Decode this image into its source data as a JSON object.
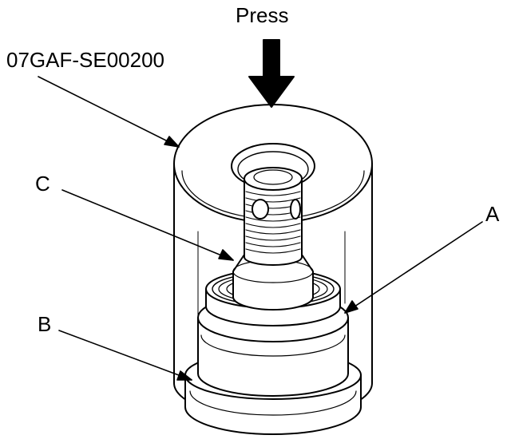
{
  "labels": {
    "press": "Press",
    "tool_number": "07GAF-SE00200",
    "a": "A",
    "b": "B",
    "c": "C"
  },
  "colors": {
    "ink": "#000000",
    "paper": "#ffffff"
  }
}
